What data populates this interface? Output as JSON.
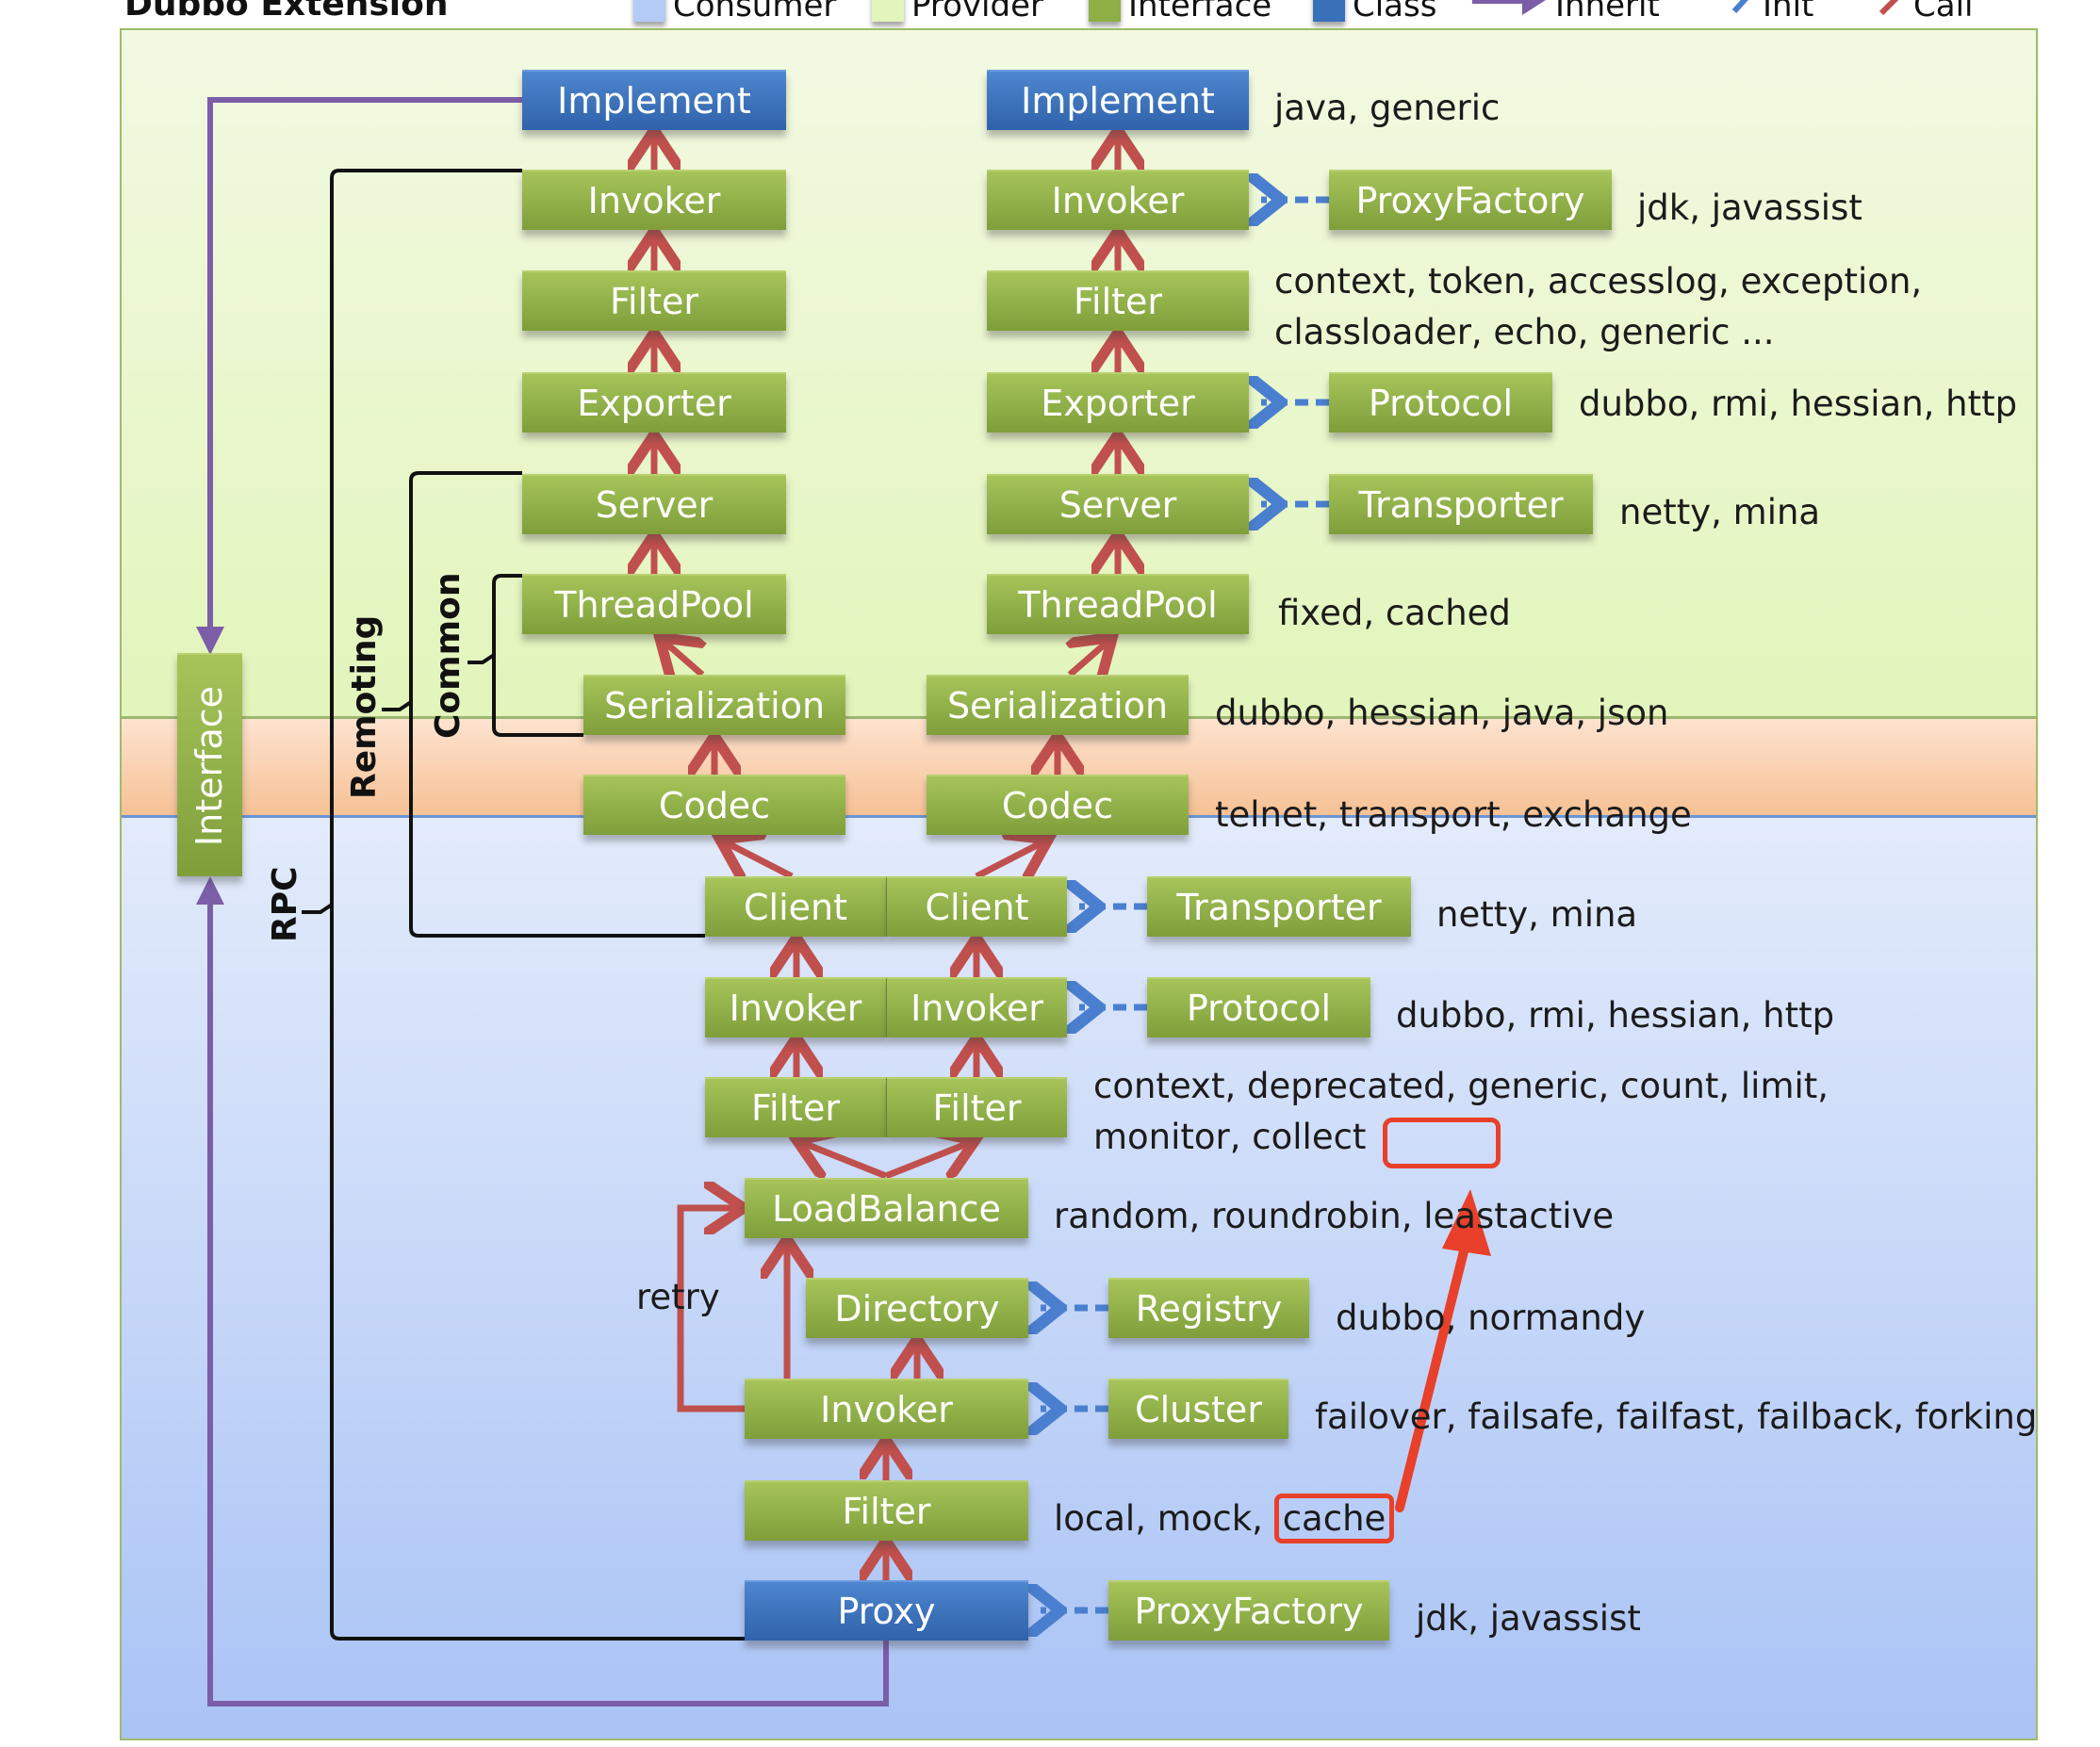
{
  "title": "Dubbo Extension",
  "legend": {
    "consumer": {
      "label": "Consumer",
      "color": "#b3cbf5"
    },
    "provider": {
      "label": "Provider",
      "color": "#e2f5bb"
    },
    "interface": {
      "label": "Interface",
      "color": "#8eae46"
    },
    "class": {
      "label": "Class",
      "color": "#3a6fba"
    },
    "inherit": {
      "label": "Inherit",
      "color": "#7b5ea7"
    },
    "init": {
      "label": "Init",
      "color": "#4a7fd0"
    },
    "call": {
      "label": "Call",
      "color": "#c0504d"
    }
  },
  "groups": {
    "interface": "Interface",
    "rpc": "RPC",
    "remoting": "Remoting",
    "common": "Common",
    "retry": "retry"
  },
  "provider_left": {
    "implement": "Implement",
    "invoker": "Invoker",
    "filter": "Filter",
    "exporter": "Exporter",
    "server": "Server",
    "threadpool": "ThreadPool",
    "serialization": "Serialization",
    "codec": "Codec"
  },
  "provider_right": {
    "implement": "Implement",
    "implement_ext": "java, generic",
    "invoker": "Invoker",
    "proxyfactory": "ProxyFactory",
    "proxyfactory_ext": "jdk, javassist",
    "filter": "Filter",
    "filter_ext_1": "context, token,  accesslog, exception,",
    "filter_ext_2": "classloader, echo, generic ...",
    "exporter": "Exporter",
    "protocol": "Protocol",
    "protocol_ext": "dubbo, rmi, hessian, http",
    "server": "Server",
    "transporter": "Transporter",
    "transporter_ext": "netty, mina",
    "threadpool": "ThreadPool",
    "threadpool_ext": "fixed, cached",
    "serialization": "Serialization",
    "serialization_ext": "dubbo, hessian, java, json",
    "codec": "Codec",
    "codec_ext": "telnet, transport,  exchange"
  },
  "consumer": {
    "client_left": "Client",
    "client_right": "Client",
    "transporter": "Transporter",
    "transporter_ext": "netty, mina",
    "invoker_left": "Invoker",
    "invoker_right": "Invoker",
    "protocol": "Protocol",
    "protocol_ext": "dubbo, rmi, hessian, http",
    "filter_left": "Filter",
    "filter_right": "Filter",
    "filter_ext_1": "context, deprecated, generic, count, limit,",
    "filter_ext_2": "monitor, collect",
    "loadbalance": "LoadBalance",
    "loadbalance_ext": "random, roundrobin, leastactive",
    "directory": "Directory",
    "registry": "Registry",
    "registry_ext": "dubbo, normandy",
    "invoker": "Invoker",
    "cluster": "Cluster",
    "cluster_ext": "failover, failsafe, failfast, failback, forking",
    "filter": "Filter",
    "filter_bottom_ext_prefix": "local, mock,",
    "filter_bottom_ext_highlight": "cache",
    "proxy": "Proxy",
    "proxyfactory": "ProxyFactory",
    "proxyfactory_ext": "jdk, javassist"
  },
  "annotation": {
    "highlight_color": "#e8402a",
    "description": "red arrow from 'cache' to empty box after 'monitor, collect'"
  }
}
